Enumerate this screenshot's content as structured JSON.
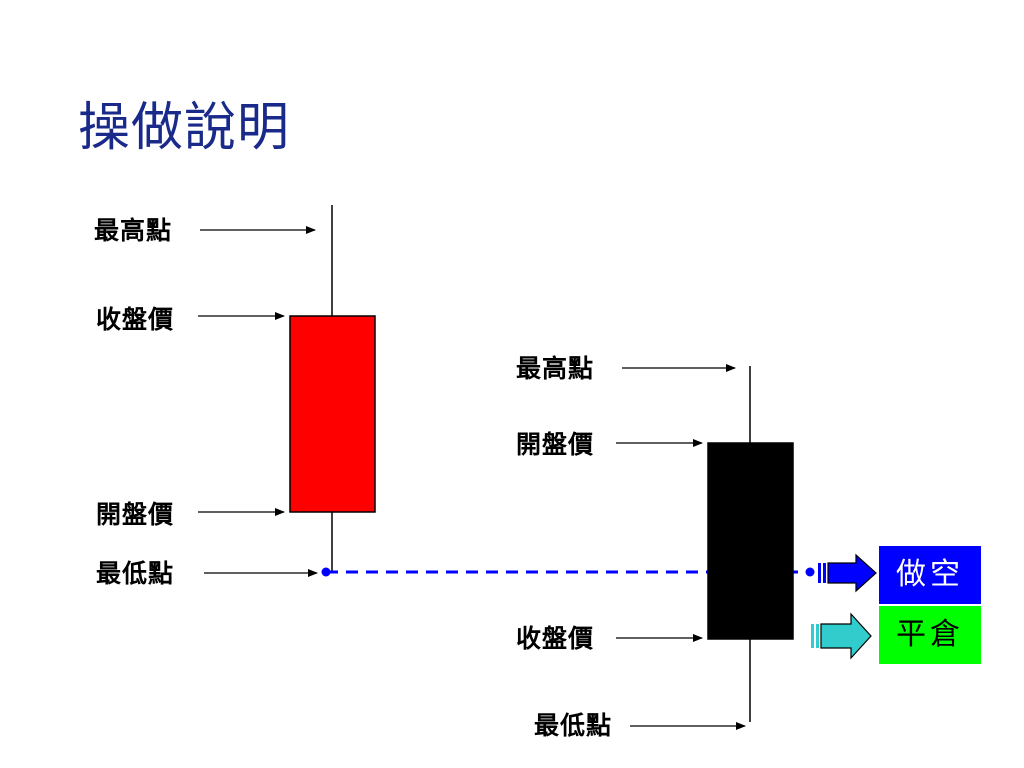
{
  "title": "操做說明",
  "left_candle": {
    "high_label": "最高點",
    "close_label": "收盤價",
    "open_label": "開盤價",
    "low_label": "最低點",
    "body_color": "#ff0000"
  },
  "right_candle": {
    "high_label": "最高點",
    "open_label": "開盤價",
    "close_label": "收盤價",
    "low_label": "最低點",
    "body_color": "#000000"
  },
  "actions": [
    {
      "label": "做空",
      "color": "#0000ff",
      "arrow_color": "#0000ff",
      "arrow_icon": "right-arrow-icon"
    },
    {
      "label": "平倉",
      "color": "#00ff00",
      "arrow_color": "#33cccc",
      "arrow_icon": "right-arrow-icon"
    }
  ],
  "reference_line_color": "#0000ff"
}
